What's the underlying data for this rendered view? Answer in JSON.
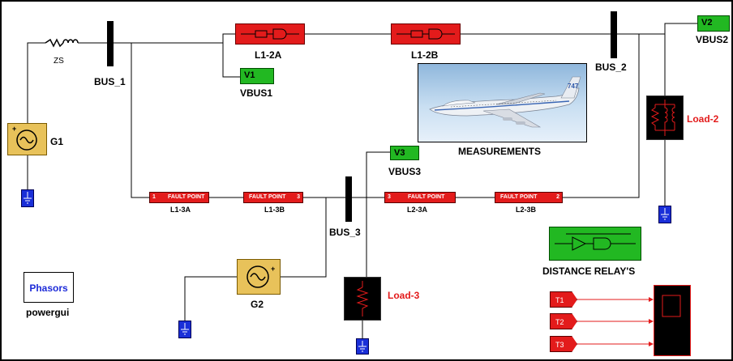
{
  "labels": {
    "zs": "ZS",
    "bus1": "BUS_1",
    "bus2": "BUS_2",
    "bus3": "BUS_3",
    "l12a": "L1-2A",
    "l12b": "L1-2B",
    "v1": "V1",
    "vbus1": "VBUS1",
    "v2": "V2",
    "vbus2": "VBUS2",
    "v3": "V3",
    "vbus3": "VBUS3",
    "g1": "G1",
    "g2": "G2",
    "measurements": "MEASUREMENTS",
    "load2": "Load-2",
    "load3": "Load-3",
    "l13a": "L1-3A",
    "l13b": "L1-3B",
    "l23a": "L2-3A",
    "l23b": "L2-3B",
    "fault_point": "FAULT POINT",
    "fp_port_1": "1",
    "fp_port_3": "3",
    "fp_port_2": "2",
    "distance_relay": "DISTANCE RELAY'S",
    "phasors": "Phasors",
    "powergui": "powergui",
    "t1": "T1",
    "t2": "T2",
    "t3": "T3",
    "aircraft_tail": "747"
  },
  "colors": {
    "wire": "#000000",
    "wire_signal": "#e31b1b",
    "line_block": "#e31b1b",
    "scope": "#22b822",
    "ground": "#1a2fd8",
    "source": "#e8c25a",
    "load": "#000000",
    "load_label": "#e31b1b",
    "phasors_text": "#1d2bd8"
  },
  "icons": [
    "ac-source-icon",
    "ground-icon",
    "resistor-icon",
    "inductor-icon",
    "scope-icon",
    "airplane-image"
  ]
}
